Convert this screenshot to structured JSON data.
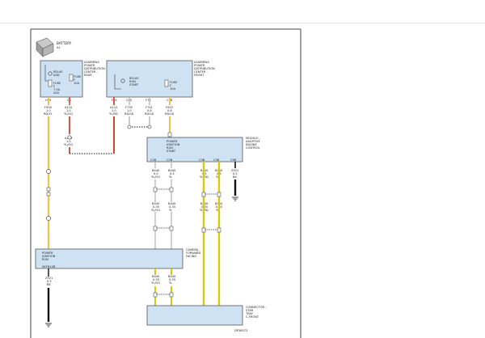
{
  "battery": {
    "label": "BATTERY",
    "ref": "A1"
  },
  "pdc_rear": {
    "title": [
      "ASSEMBLY-",
      "POWER",
      "DISTRIBUTION",
      "CENTER -",
      "REAR"
    ],
    "relay_label": [
      "RELAY-",
      "ASD"
    ],
    "fuse_left": [
      "FUSE",
      "F",
      "7.5A",
      "20A"
    ],
    "fuse_right": [
      "FUSE",
      "F",
      "10A"
    ],
    "pins": [
      "H29",
      "C8"
    ]
  },
  "pdc_front": {
    "title": [
      "ASSEMBLY-",
      "POWER",
      "DISTRIBUTION",
      "CENTER -",
      "FRONT"
    ],
    "relay_label": [
      "RELAY-",
      "RUN",
      "START"
    ],
    "fuse_label": [
      "FUSE",
      "F",
      "10A"
    ],
    "pins": [
      "F54",
      "C00",
      "F73",
      "C7B"
    ]
  },
  "wires_top": [
    {
      "code": "F900",
      "gauge": "1.0",
      "color": "RD/YL"
    },
    {
      "code": "A110",
      "gauge": "1.0",
      "color": "YL/OG"
    },
    {
      "code": "A110",
      "gauge": "1.0",
      "color": "YL/OG"
    },
    {
      "code": "A110",
      "gauge": "1.0",
      "color": "YL/RD"
    },
    {
      "code": "F735",
      "gauge": "1.0",
      "color": "RD/LB"
    },
    {
      "code": "F741",
      "gauge": "0.8",
      "color": "RD/LB"
    },
    {
      "code": "F920",
      "gauge": "0.8",
      "color": "RD/LB"
    }
  ],
  "engine_module": {
    "title": [
      "MODULE -",
      "ADAPTIVE",
      "ENGINE",
      "CONTROL"
    ],
    "inner": [
      "POWER",
      "IGNITION",
      "RUN",
      "START"
    ],
    "pins": [
      "C2B",
      "C2B",
      "C3B",
      "C3B",
      "C9B"
    ]
  },
  "wires_mid": [
    {
      "code": "B440",
      "gauge": "0.5",
      "color": "YL/OG"
    },
    {
      "code": "B440",
      "gauge": "0.5",
      "color": "YL"
    },
    {
      "code": "B440",
      "gauge": "0.5",
      "color": "YL/RD"
    },
    {
      "code": "B440",
      "gauge": "0.5",
      "color": "YL"
    },
    {
      "code": "Z921",
      "gauge": "0.5",
      "color": "BK"
    }
  ],
  "wires_mid_lower": [
    {
      "code": "B440",
      "gauge": "0.35",
      "color": "YL/OG"
    },
    {
      "code": "B440",
      "gauge": "0.35",
      "color": "YL"
    },
    {
      "code": "B440",
      "gauge": "0.35",
      "color": "YL/RD"
    },
    {
      "code": "B440",
      "gauge": "0.35",
      "color": "YL"
    }
  ],
  "camera_module": {
    "title": [
      "CAMERA -",
      "FORWARD",
      "FACING"
    ],
    "inner": [
      "POWER",
      "IGNITION",
      "RUN"
    ],
    "ref": "SKYN12B"
  },
  "wires_bottom": [
    {
      "code": "Z921",
      "gauge": "0.5",
      "color": "BK"
    },
    {
      "code": "B440",
      "gauge": "0.35",
      "color": "YL/OG"
    },
    {
      "code": "B440",
      "gauge": "0.35",
      "color": "YL"
    }
  ],
  "connector": {
    "title": [
      "CONNECTOR -",
      "STAR",
      "TRAY",
      "C-FRONT"
    ],
    "ref": "DP36573"
  },
  "colors": {
    "wire_orange_yellow": "#f2c24a",
    "wire_red": "#d2452f",
    "wire_yellow": "#d9c80d",
    "wire_black": "#111111",
    "module_fill": "#cfe2f3",
    "module_stroke": "#555555"
  }
}
